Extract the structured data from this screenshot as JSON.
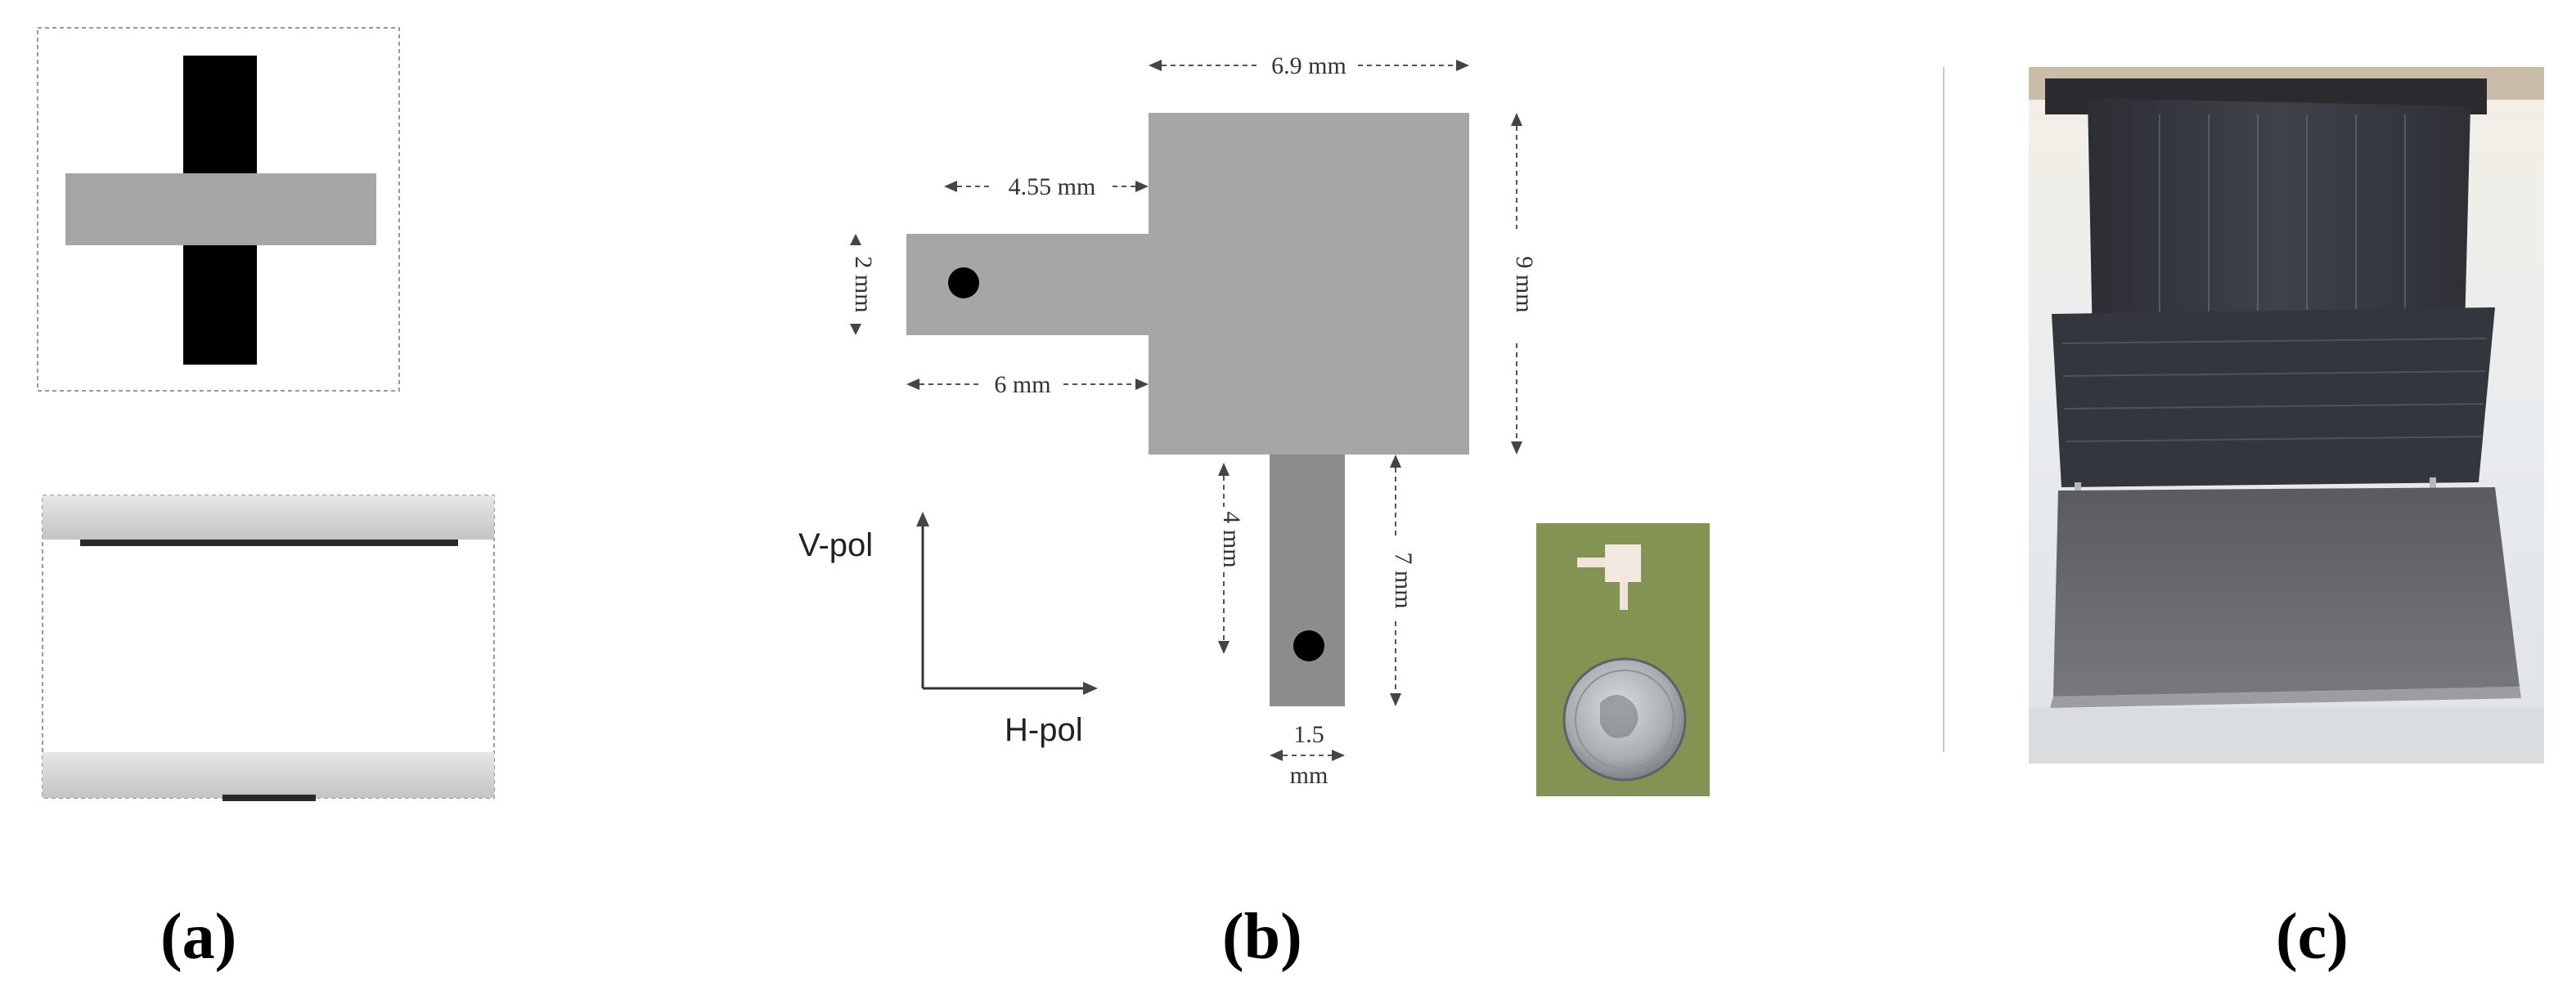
{
  "panels": {
    "a": {
      "label": "(a)"
    },
    "b": {
      "label": "(b)",
      "dimensions": {
        "patch_width": "6.9 mm",
        "patch_height": "9 mm",
        "hfeed_inner_length": "4.55 mm",
        "hfeed_total_length": "6 mm",
        "hfeed_width": "2 mm",
        "vfeed_length": "4 mm",
        "vfeed_total_length": "7 mm",
        "vfeed_width_value": "1.5",
        "vfeed_width_unit": "mm"
      },
      "polarization": {
        "vertical": "V-pol",
        "horizontal": "H-pol"
      }
    },
    "c": {
      "label": "(c)"
    }
  },
  "colors": {
    "patch_gray": "#a6a6a6",
    "feed_gray": "#8c8c8c",
    "cross_black": "#000000",
    "pcb_green": "#8a9a5a",
    "photo_plate": "#3a3c42"
  }
}
